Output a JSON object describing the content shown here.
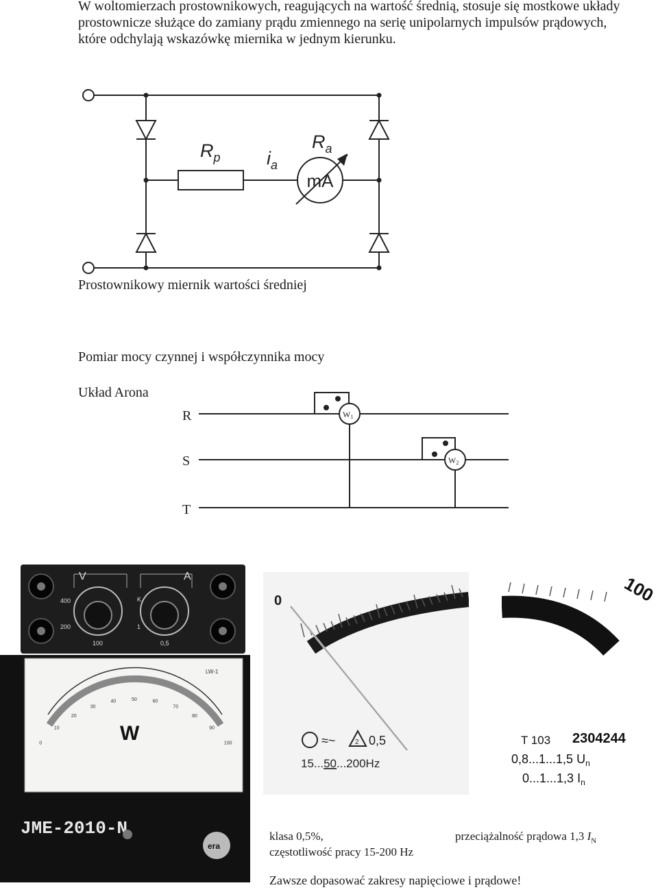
{
  "intro_text": "W woltomierzach prostownikowych, reagujących na wartość średnią, stosuje się mostkowe układy prostownicze służące do zamiany prądu zmiennego na serię unipolarnych impulsów prądowych, które odchylają wskazówkę miernika w jednym kierunku.",
  "rectifier": {
    "caption": "Prostownikowy miernik wartości średniej",
    "label_rp": "R",
    "label_rp_sub": "p",
    "label_ia": "i",
    "label_ia_sub": "a",
    "label_ra": "R",
    "label_ra_sub": "a",
    "meter_label": "mA"
  },
  "power": {
    "title": "Pomiar mocy czynnej i współczynnika mocy",
    "aron_label": "Układ Arona",
    "phase_r": "R",
    "phase_s": "S",
    "phase_t": "T",
    "w1": "W",
    "w1_sub": "1",
    "w2": "W",
    "w2_sub": "2"
  },
  "meter_photo": {
    "label_v": "V",
    "label_a": "A",
    "v_400": "400",
    "v_200": "200",
    "v_100": "100",
    "a_k": "K",
    "a_1": "1",
    "a_05": "0,5",
    "dial_symbol": "W",
    "model_tag": "LW-1",
    "handwritten_label": "JME-2010-N",
    "brand_logo": "era",
    "scale_ticks": [
      "0",
      "10",
      "20",
      "30",
      "40",
      "50",
      "60",
      "70",
      "80",
      "90",
      "100"
    ]
  },
  "closeup_left": {
    "scale_zero": "0",
    "class_mark": "0,5",
    "class_icon_number": "2",
    "frequency_prefix": "15...",
    "frequency_mid": "50",
    "frequency_suffix": "...200Hz"
  },
  "closeup_right": {
    "scale_hundred": "100",
    "type_code": "T 103",
    "serial": "2304244",
    "voltage_range": "0,8...1...1,5",
    "voltage_unit": "U",
    "voltage_unit_sub": "n",
    "current_range": "0...1...1,3",
    "current_unit": "I",
    "current_unit_sub": "n"
  },
  "notes": {
    "class": "klasa 0,5%,",
    "overload_prefix": "przeciążalność prądowa 1,3",
    "overload_symbol": "I",
    "overload_sub": "N",
    "frequency": "częstotliwość pracy 15-200 Hz",
    "warning": "Zawsze dopasować zakresy napięciowe i prądowe!"
  }
}
